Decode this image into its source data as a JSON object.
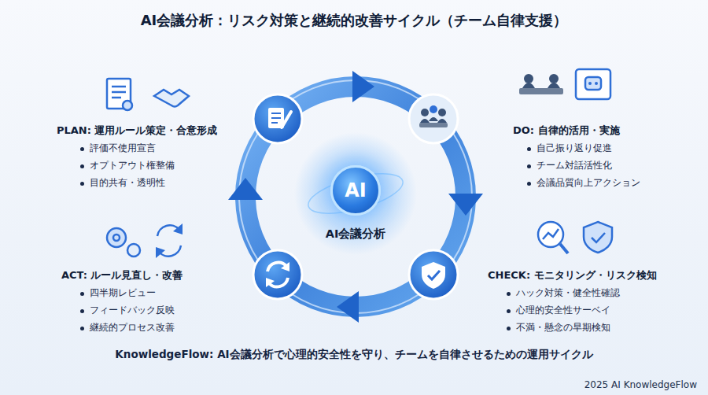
{
  "diagram": {
    "title": "AI会議分析：リスク対策と継続的改善サイクル（チーム自律支援）",
    "caption": "KnowledgeFlow: AI会議分析で心理的安全性を守り、チームを自律させるための運用サイクル",
    "nodes": [
      {
        "text": [
          "AI",
          "AI会議分析"
        ]
      }
    ],
    "labels": [
      "PLAN: 運用ルール策定・合意形成",
      "評価不使用宣言",
      "オプトアウト権整備",
      "目的共有・透明性",
      "DO: 自律的活用・実施",
      "自己振り返り促進",
      "チーム対話活性化",
      "会議品質向上アクション",
      "ACT: ルール見直し・改善",
      "四半期レビュー",
      "フィードバック反映",
      "継続的プロセス改善",
      "CHECK: モニタリング・リスク検知",
      "ハック対策・健全性確認",
      "心理的安全性サーベイ",
      "不満・懸念の早期検知",
      "2025 AI KnowledgeFlow"
    ]
  }
}
